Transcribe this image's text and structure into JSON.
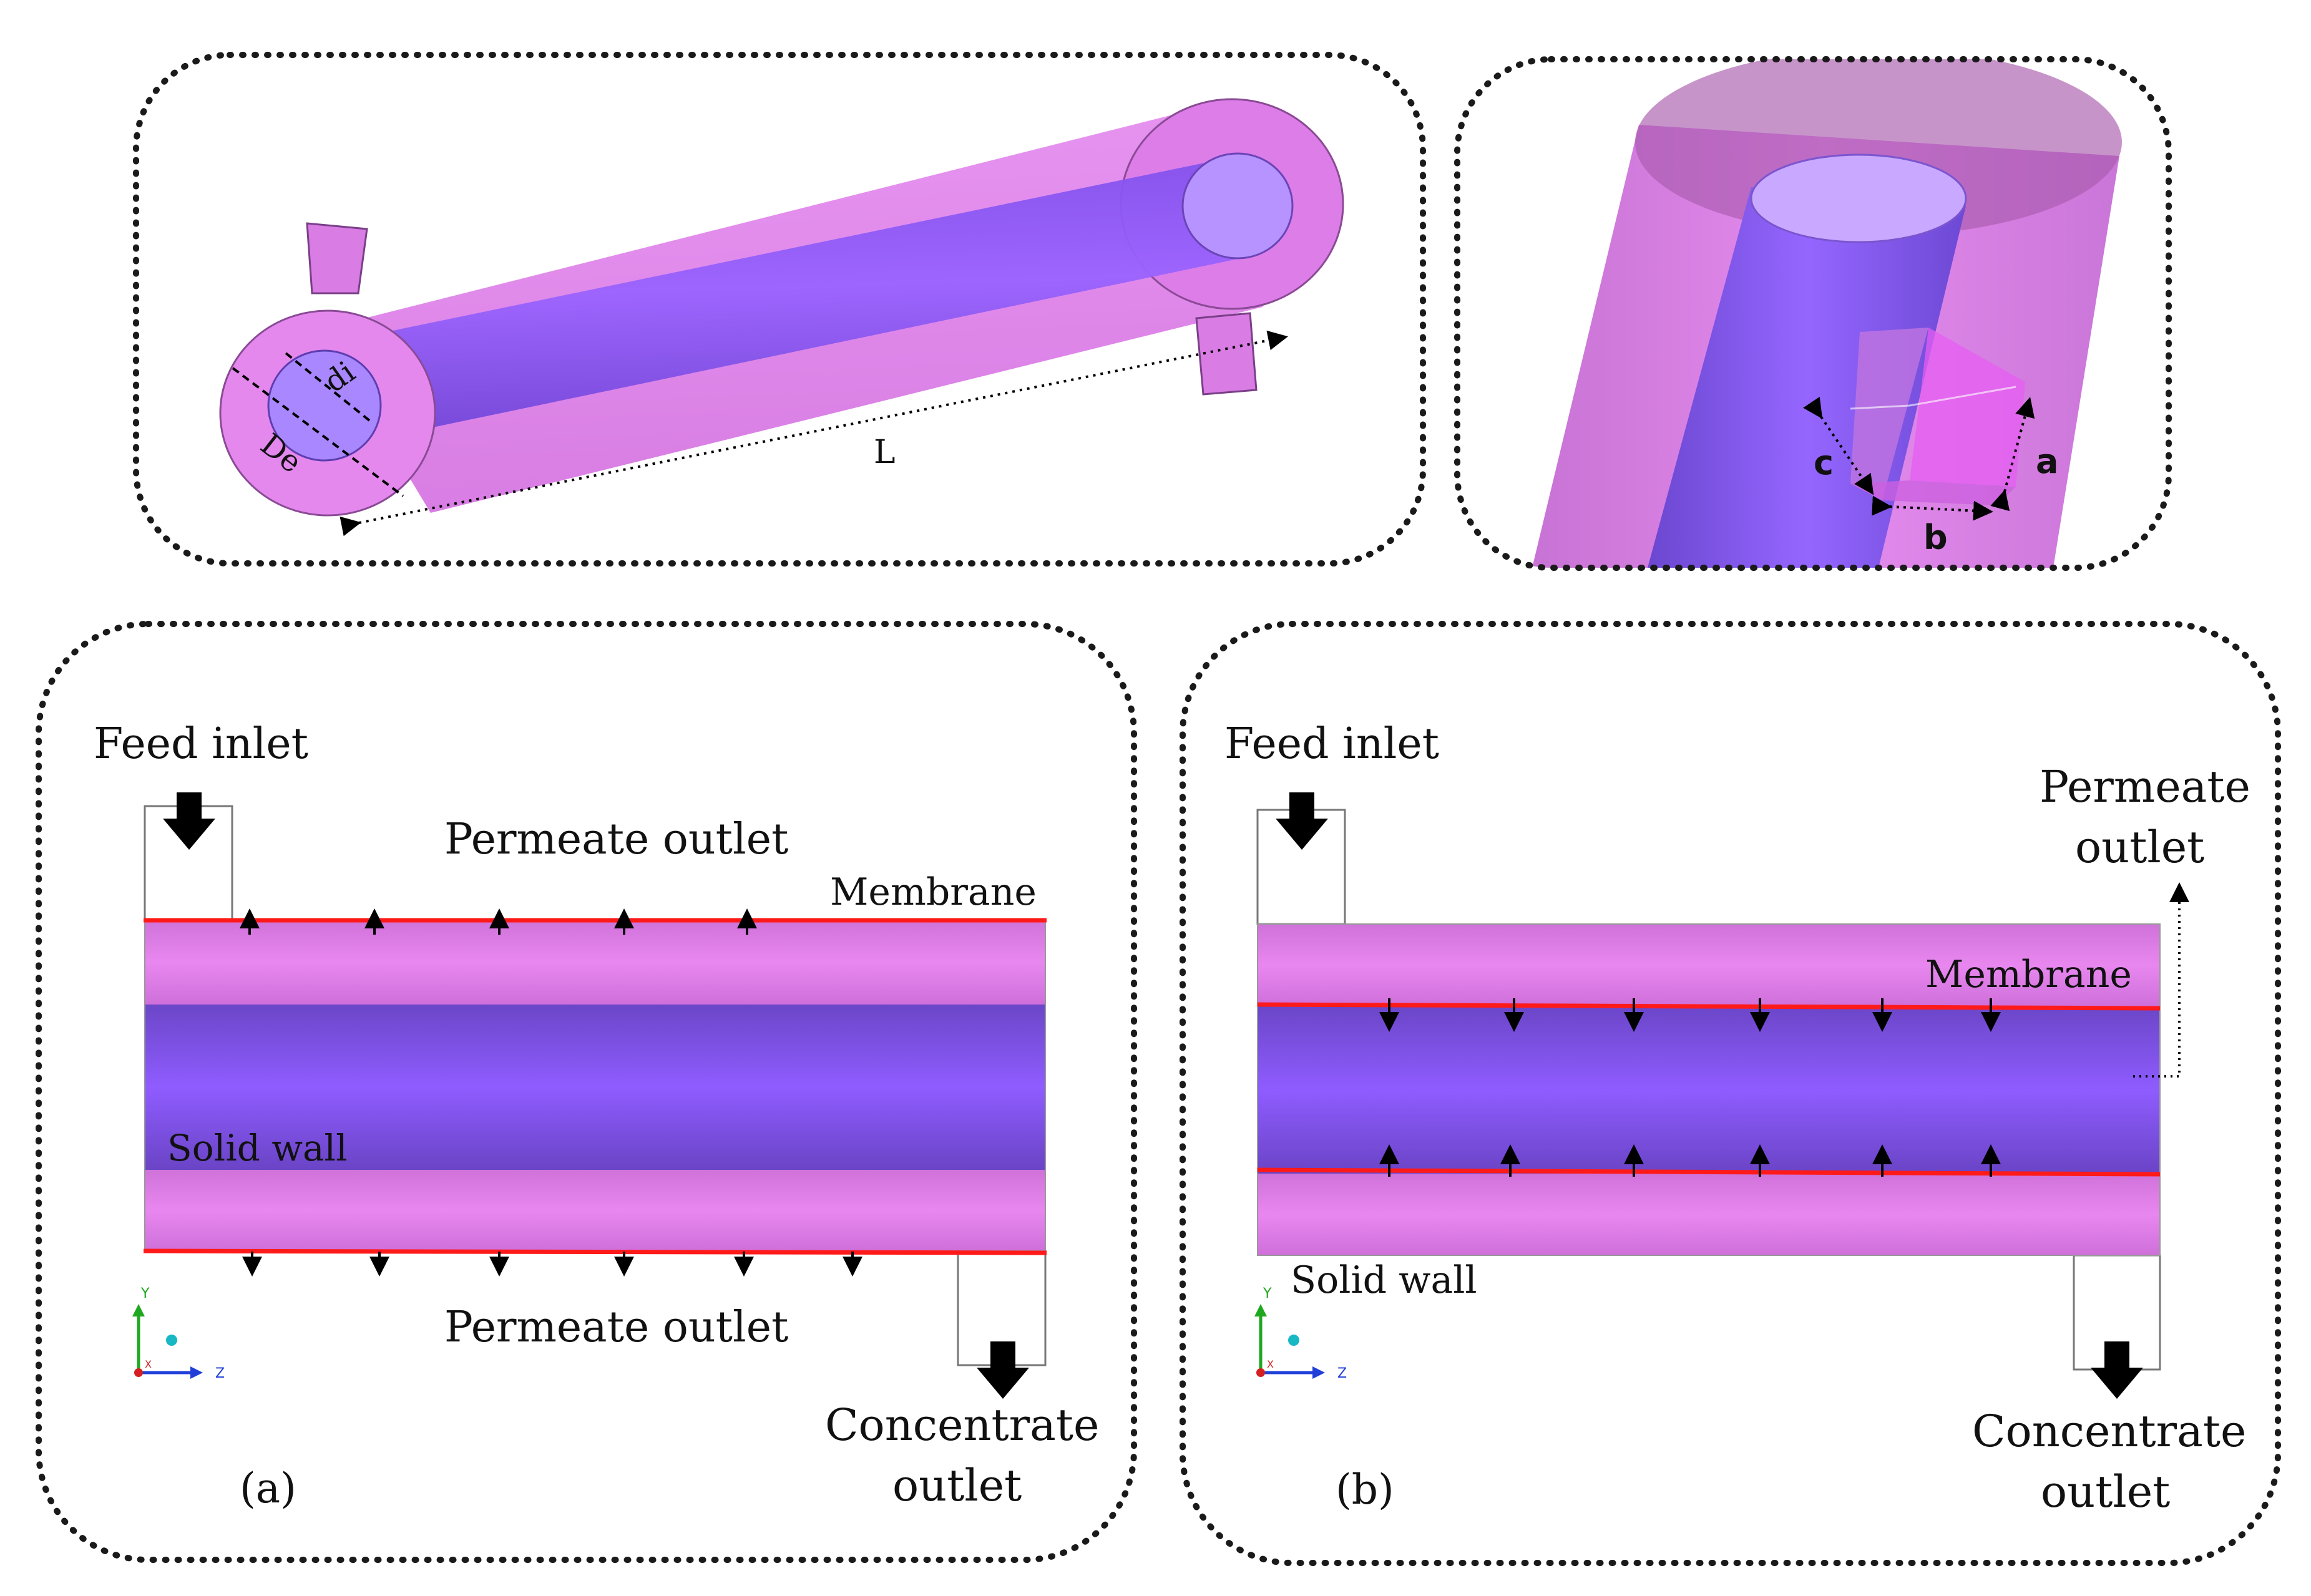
{
  "panels": {
    "isometric": {
      "labels": {
        "inner_diameter": "di",
        "outer_diameter": "De",
        "length": "L"
      }
    },
    "detail": {
      "labels": {
        "a": "a",
        "b": "b",
        "c": "c"
      }
    },
    "a": {
      "tag": "(a)",
      "feed_inlet": "Feed inlet",
      "permeate_top": "Permeate outlet",
      "permeate_bottom": "Permeate outlet",
      "membrane": "Membrane",
      "solid_wall": "Solid wall",
      "concentrate_line1": "Concentrate",
      "concentrate_line2": "outlet"
    },
    "b": {
      "tag": "(b)",
      "feed_inlet": "Feed inlet",
      "permeate_line1": "Permeate",
      "permeate_line2": "outlet",
      "membrane": "Membrane",
      "solid_wall": "Solid wall",
      "concentrate_line1": "Concentrate",
      "concentrate_line2": "outlet"
    }
  },
  "axis_triad": {
    "y": "Y",
    "z": "Z",
    "x": "X"
  },
  "colors": {
    "outer_shell": "#e27de8",
    "inner_tube": "#8b5cf6",
    "membrane": "#ff1a1a",
    "arrow": "#000000",
    "frame": "#1a1a1a"
  }
}
